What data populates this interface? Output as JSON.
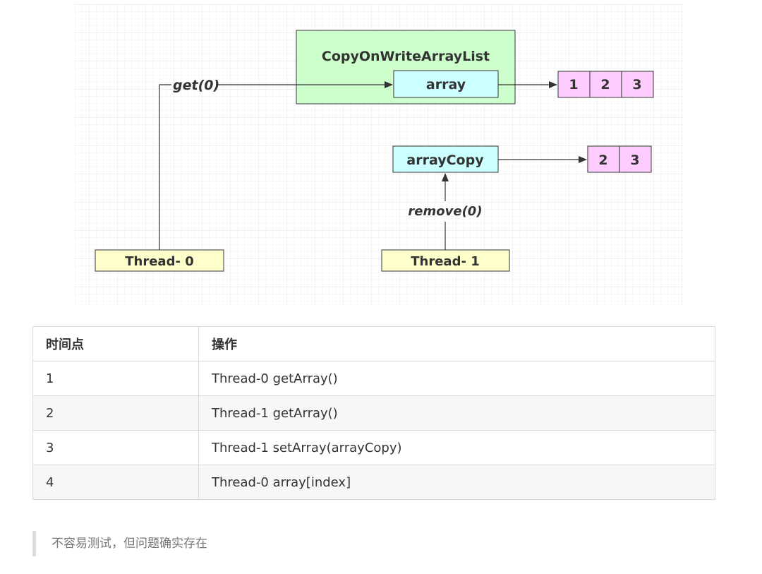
{
  "diagram": {
    "class_box": "CopyOnWriteArrayList",
    "array_field": "array",
    "array_copy_field": "arrayCopy",
    "original_values": [
      "1",
      "2",
      "3"
    ],
    "copy_values": [
      "2",
      "3"
    ],
    "edge_get": "get(0)",
    "edge_remove": "remove(0)",
    "thread_0": "Thread- 0",
    "thread_1": "Thread- 1",
    "colors": {
      "class_box": "#ccffcc",
      "field_box": "#ccffff",
      "cell_box": "#ffccff",
      "thread_box": "#ffffcc",
      "grid": "#e8e8e8"
    }
  },
  "table": {
    "headers": [
      "时间点",
      "操作"
    ],
    "rows": [
      [
        "1",
        "Thread-0 getArray()"
      ],
      [
        "2",
        "Thread-1 getArray()"
      ],
      [
        "3",
        "Thread-1 setArray(arrayCopy)"
      ],
      [
        "4",
        "Thread-0 array[index]"
      ]
    ]
  },
  "note": "不容易测试，但问题确实存在"
}
